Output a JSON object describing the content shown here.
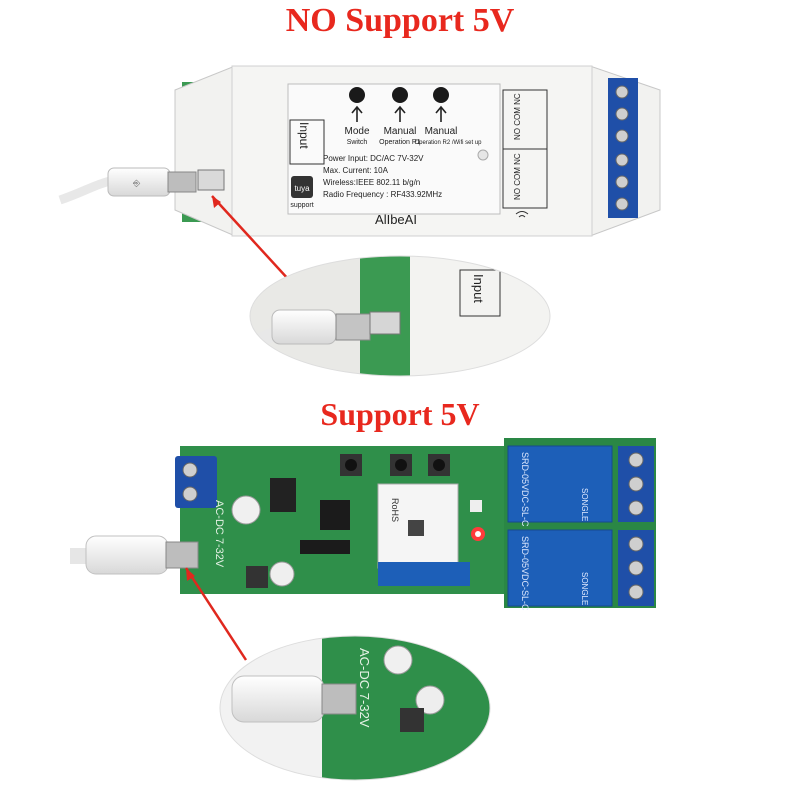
{
  "headings": {
    "top": "NO Support 5V",
    "middle": "Support 5V"
  },
  "device_top": {
    "input_label": "Input",
    "buttons": [
      {
        "title": "Mode",
        "sub": "Switch"
      },
      {
        "title": "Manual",
        "sub": "Operation R1"
      },
      {
        "title": "Manual",
        "sub": "Operation R2 /Wifi set up"
      }
    ],
    "specs": [
      "Power Input:  DC/AC 7V-32V",
      "Max. Current:  10A",
      "Wireless:IEEE  802.11 b/g/n",
      "Radio Frequency : RF433.92MHz"
    ],
    "terminal_labels": [
      "NO COM NC",
      "NO COM NC"
    ],
    "brand_badge": "tuya",
    "brand_badge_sub": "support",
    "brand": "AlIbeAI"
  },
  "zoom_top": {
    "input_label": "Input"
  },
  "board_bottom": {
    "side_label": "AC-DC 7-32V",
    "relay_text": "SRD-05VDC-SL-C",
    "relay_brand": "SONGLE",
    "module_text": "RoHS"
  },
  "zoom_bottom": {
    "side_label": "AC-DC 7-32V"
  },
  "colors": {
    "heading": "#e8281e",
    "arrow": "#e0281e",
    "pcb": "#2f8f4a",
    "relay": "#1d5fb8",
    "terminal": "#1f4fa8",
    "case": "#f2f2f0"
  }
}
